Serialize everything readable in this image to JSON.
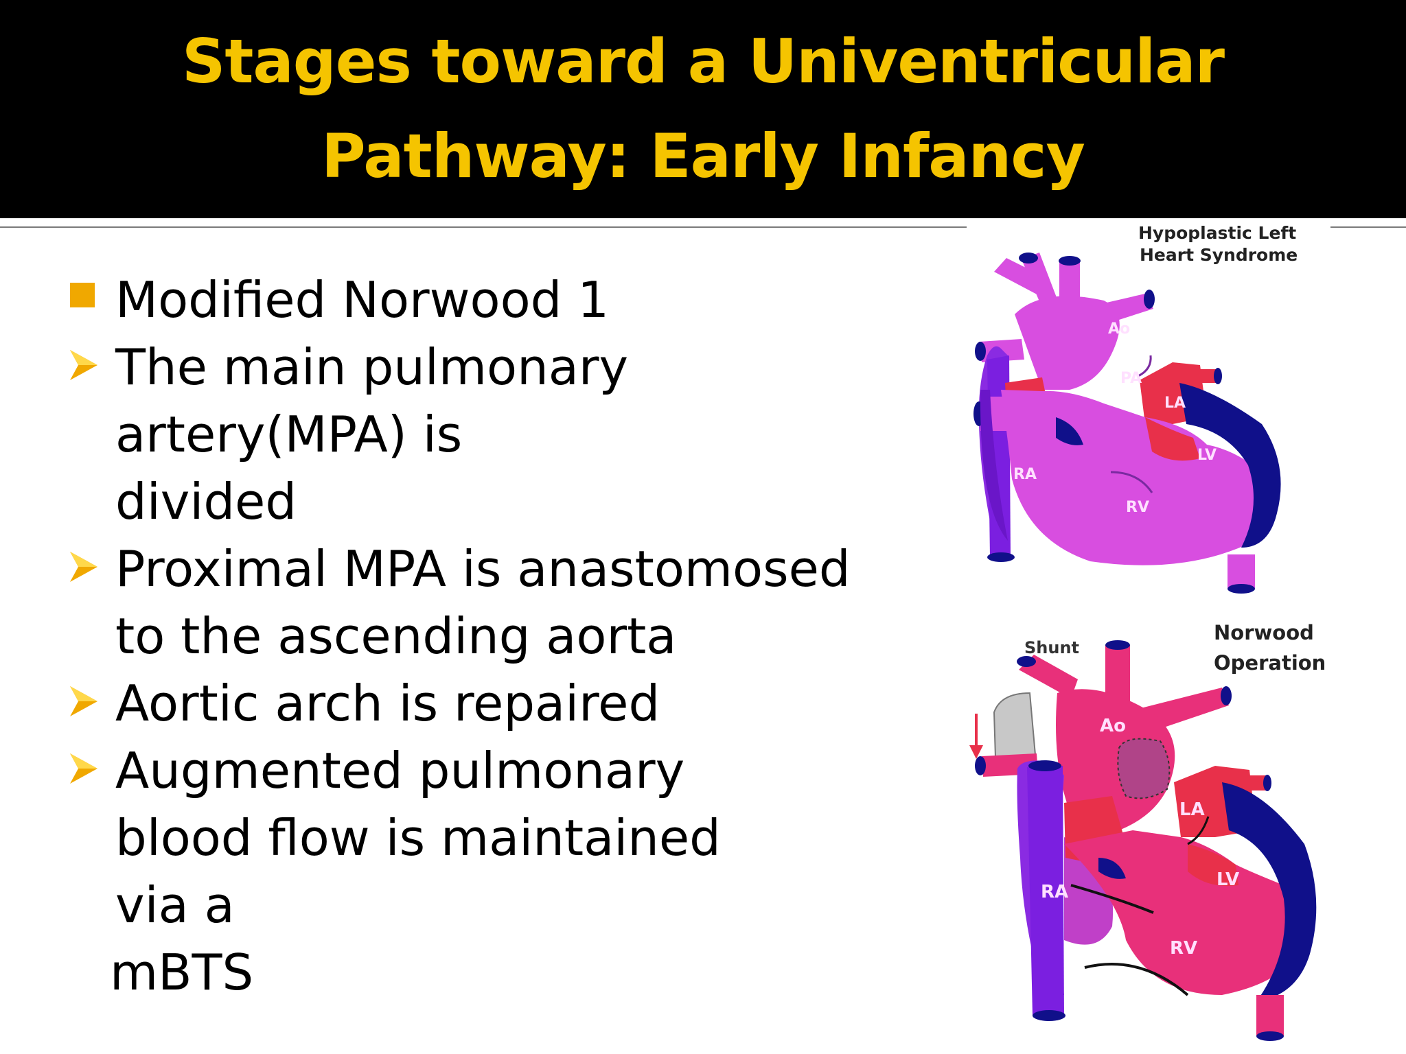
{
  "slide": {
    "title_line1": "Stages toward a Univentricular",
    "title_line2": "Pathway: Early Infancy"
  },
  "bullets": [
    {
      "marker": "square",
      "text": "Modified Norwood 1"
    },
    {
      "marker": "arrow",
      "text": "The main pulmonary artery(MPA) is divided"
    },
    {
      "marker": "arrow",
      "text": "Proximal MPA is anastomosed to the ascending aorta"
    },
    {
      "marker": "arrow",
      "text": "Aortic arch is repaired"
    },
    {
      "marker": "arrow",
      "text": "Augmented pulmonary blood flow is maintained via a"
    }
  ],
  "bullet_tail": "mBTS",
  "figure_top": {
    "caption_line1": "Hypoplastic Left",
    "caption_line2": "Heart Syndrome",
    "labels": {
      "ao": "Ao",
      "pa": "PA",
      "la": "LA",
      "lv": "LV",
      "ra": "RA",
      "rv": "RV"
    }
  },
  "figure_bottom": {
    "caption_line1": "Norwood",
    "caption_line2": "Operation",
    "shunt": "Shunt",
    "labels": {
      "ao": "Ao",
      "la": "LA",
      "lv": "LV",
      "ra": "RA",
      "rv": "RV"
    }
  },
  "colors": {
    "title": "#f5c400",
    "bullet_marker": "#f0a800",
    "magenta_top": "#d84ee0",
    "magenta_bottom": "#e8307a",
    "violet": "#8a2be2",
    "red": "#e8304a",
    "navy": "#10108a"
  }
}
